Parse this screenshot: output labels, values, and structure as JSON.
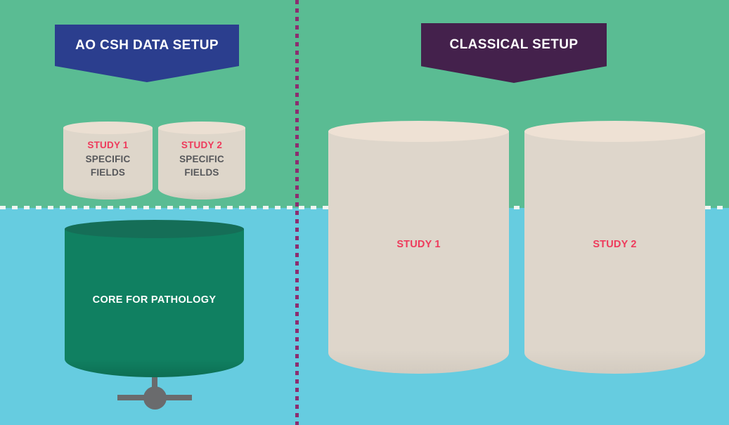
{
  "left_panel": {
    "banner_label": "AO CSH DATA SETUP",
    "study_cylinders": [
      {
        "title": "STUDY 1",
        "subtitle": [
          "SPECIFIC",
          "FIELDS"
        ]
      },
      {
        "title": "STUDY 2",
        "subtitle": [
          "SPECIFIC",
          "FIELDS"
        ]
      }
    ],
    "core_cylinder_label": "CORE FOR PATHOLOGY"
  },
  "right_panel": {
    "banner_label": "CLASSICAL SETUP",
    "study_cylinders": [
      {
        "label": "STUDY 1"
      },
      {
        "label": "STUDY 2"
      }
    ]
  },
  "colors": {
    "background_top_green": "#5abc93",
    "background_bottom_blue": "#66cce0",
    "left_banner_blue": "#2b3e8e",
    "right_banner_purple": "#44214c",
    "cream_cylinder_body": "#ded6ca",
    "cream_cylinder_top": "#ebdfd2",
    "core_cylinder_body": "#108061",
    "core_cylinder_top": "#156e57",
    "accent_red": "#ee3a5b",
    "subtitle_gray": "#57585b",
    "divider_purple": "#8b2e70",
    "divider_white": "#f0f5f2",
    "icon_gray": "#6a6b6d"
  },
  "icons": {
    "network_connector": "network-connector-icon"
  }
}
